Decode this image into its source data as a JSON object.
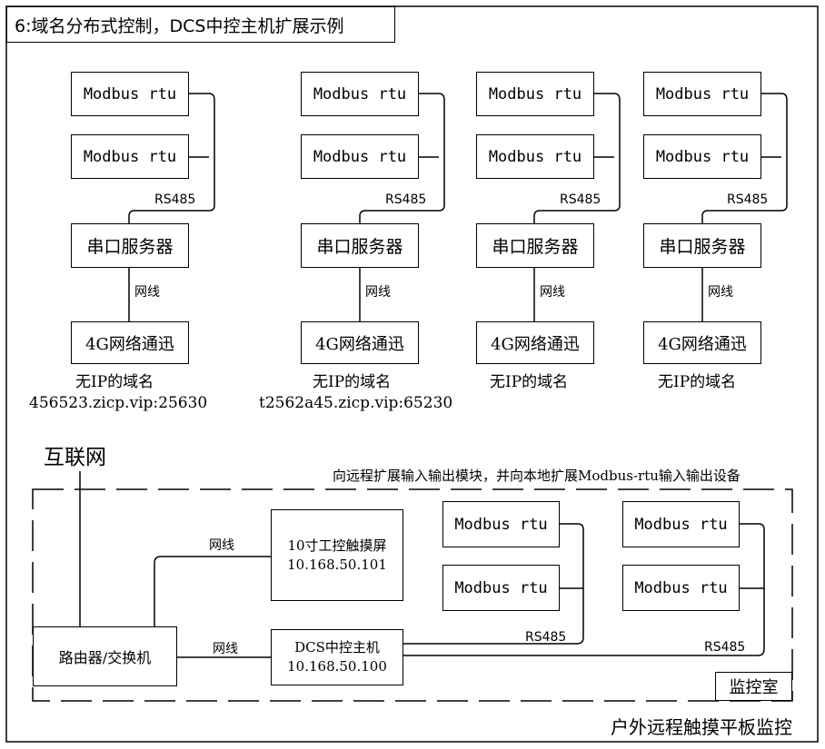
{
  "title": "6:域名分布式控制，DCS中控主机扩展示例",
  "labels": {
    "modbus_rtu": "Modbus rtu",
    "rs485": "RS485",
    "serial_server": "串口服务器",
    "network_cable": "网线",
    "module_4g": "4G网络通迅",
    "no_ip_domain": "无IP的域名"
  },
  "sites": [
    {
      "domain": "456523.zicp.vip:25630"
    },
    {
      "domain": "t2562a45.zicp.vip:65230"
    },
    {
      "domain": ""
    },
    {
      "domain": ""
    }
  ],
  "internet": "互联网",
  "expand_note": "向远程扩展输入输出模块，并向本地扩展Modbus-rtu输入输出设备",
  "router": "路由器/交换机",
  "touchscreen": {
    "line1": "10寸工控触摸屏",
    "line2": "10.168.50.101"
  },
  "dcs_host": {
    "line1": "DCS中控主机",
    "line2": "10.168.50.100"
  },
  "monitor_room": "监控室",
  "footer": "户外远程触摸平板监控"
}
